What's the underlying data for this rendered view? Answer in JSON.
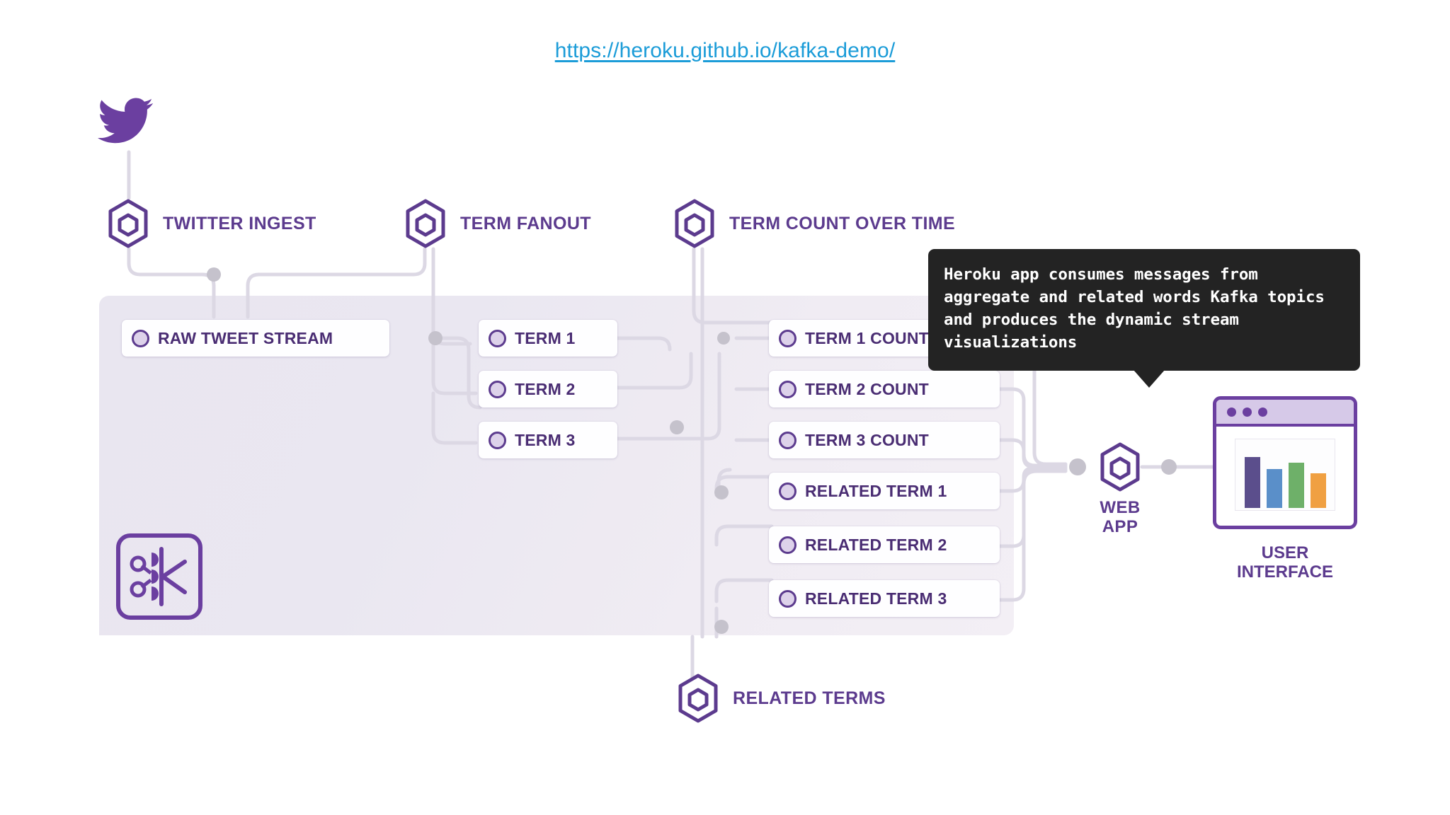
{
  "page": {
    "url_label": "https://heroku.github.io/kafka-demo/",
    "background": "#ffffff",
    "accent_purple": "#5c3b8e",
    "link_blue": "#1b9cd8",
    "panel_color": "#eae7f1",
    "wire_color": "#dcd8e4",
    "junction_color": "#c5c2cc"
  },
  "source": {
    "icon": "twitter-bird-icon",
    "color": "#6b3fa0"
  },
  "services": [
    {
      "id": "twitter-ingest",
      "label": "TWITTER INGEST",
      "icon": "hexagon-node-icon"
    },
    {
      "id": "term-fanout",
      "label": "TERM FANOUT",
      "icon": "hexagon-node-icon"
    },
    {
      "id": "term-count-over-time",
      "label": "TERM COUNT OVER TIME",
      "icon": "hexagon-node-icon"
    },
    {
      "id": "related-terms",
      "label": "RELATED TERMS",
      "icon": "hexagon-node-icon"
    },
    {
      "id": "web-app",
      "label": "WEB\nAPP",
      "icon": "hexagon-node-icon"
    }
  ],
  "service_labels": {
    "twitter_ingest": "TWITTER INGEST",
    "term_fanout": "TERM FANOUT",
    "term_count_over_time": "TERM COUNT OVER TIME",
    "related_terms": "RELATED TERMS",
    "web_app_line1": "WEB",
    "web_app_line2": "APP"
  },
  "kafka_cluster": {
    "logo_icon": "apache-kafka-logo-icon",
    "topics_left": [
      {
        "id": "raw-tweet-stream",
        "label": "RAW TWEET STREAM"
      }
    ],
    "topics_middle": [
      {
        "id": "term-1",
        "label": "TERM 1"
      },
      {
        "id": "term-2",
        "label": "TERM 2"
      },
      {
        "id": "term-3",
        "label": "TERM 3"
      }
    ],
    "topics_right": [
      {
        "id": "term-1-count",
        "label": "TERM 1 COUNT"
      },
      {
        "id": "term-2-count",
        "label": "TERM 2 COUNT"
      },
      {
        "id": "term-3-count",
        "label": "TERM 3 COUNT"
      },
      {
        "id": "related-term-1",
        "label": "RELATED TERM 1"
      },
      {
        "id": "related-term-2",
        "label": "RELATED TERM 2"
      },
      {
        "id": "related-term-3",
        "label": "RELATED TERM 3"
      }
    ]
  },
  "user_interface": {
    "caption_line1": "USER",
    "caption_line2": "INTERFACE",
    "window_dots": 3,
    "chart_bars": [
      {
        "color": "#5b4e8c",
        "height": 72
      },
      {
        "color": "#5a8fc9",
        "height": 55
      },
      {
        "color": "#6eb069",
        "height": 64
      },
      {
        "color": "#f0a042",
        "height": 49
      }
    ]
  },
  "tooltip": {
    "text": "Heroku app consumes messages from aggregate and related words Kafka topics and produces the dynamic stream visualizations",
    "background": "#232323",
    "text_color": "#ffffff"
  },
  "chart_data": {
    "type": "bar",
    "title": "",
    "categories": [
      "bar-1",
      "bar-2",
      "bar-3",
      "bar-4"
    ],
    "values": [
      72,
      55,
      64,
      49
    ],
    "colors": [
      "#5b4e8c",
      "#5a8fc9",
      "#6eb069",
      "#f0a042"
    ],
    "xlabel": "",
    "ylabel": "",
    "ylim": [
      0,
      100
    ],
    "grid": false,
    "legend": "none"
  }
}
